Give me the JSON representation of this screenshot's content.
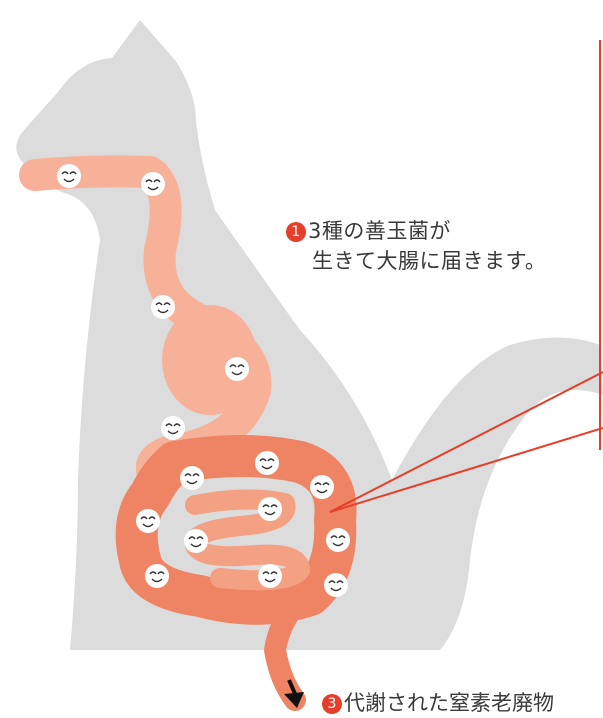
{
  "captions": {
    "step1_number": "1",
    "step1_line1": "3種の善玉菌が",
    "step1_line2": "生きて大腸に届きます。",
    "step3_number": "3",
    "step3_text": "代謝された窒素老廃物"
  },
  "colors": {
    "cat_silhouette": "#dcdcdc",
    "upper_tract": "#f7b199",
    "intestine": "#ee8463",
    "callout_line": "#e53e2a",
    "bacteria_face": "#ffffff",
    "arrow": "#111111"
  },
  "icons": {
    "bacteria": "smiley-face-icon",
    "exit_arrow": "arrow-down-icon"
  }
}
